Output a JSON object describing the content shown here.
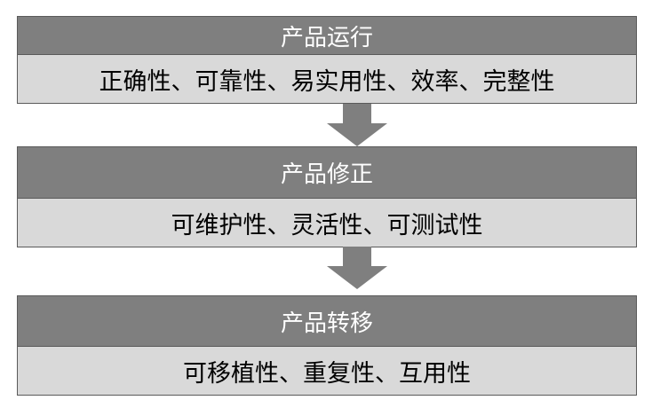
{
  "stages": [
    {
      "title": "产品运行",
      "qualities": "正确性、可靠性、易实用性、效率、完整性"
    },
    {
      "title": "产品修正",
      "qualities": "可维护性、灵活性、可测试性"
    },
    {
      "title": "产品转移",
      "qualities": "可移植性、重复性、互用性"
    }
  ],
  "colors": {
    "header_fill": "#7f7f7f",
    "body_fill": "#d9d9d9",
    "arrow_fill": "#7f7f7f",
    "border": "#5a5a5a"
  }
}
